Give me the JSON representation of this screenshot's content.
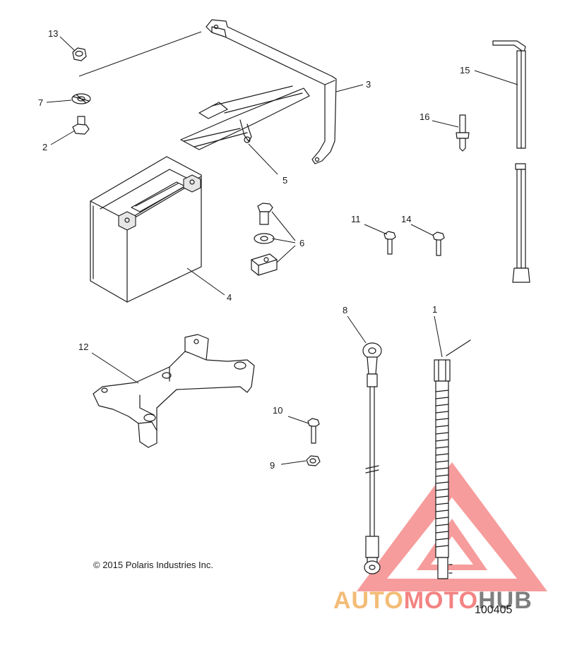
{
  "callouts": {
    "c1": "1",
    "c2": "2",
    "c3": "3",
    "c4": "4",
    "c5": "5",
    "c6": "6",
    "c7": "7",
    "c8": "8",
    "c9": "9",
    "c10": "10",
    "c11": "11",
    "c12": "12",
    "c13": "13",
    "c14": "14",
    "c15": "15",
    "c16": "16"
  },
  "copyright": "© 2015 Polaris Industries Inc.",
  "diagram_number": "100405",
  "watermark": {
    "word_part1": "AUTO",
    "word_part2": "MOTO",
    "word_part3": "HUB",
    "colors": {
      "orange": "#f2b15f",
      "red": "#ef5a5a",
      "dark": "#555555"
    }
  }
}
